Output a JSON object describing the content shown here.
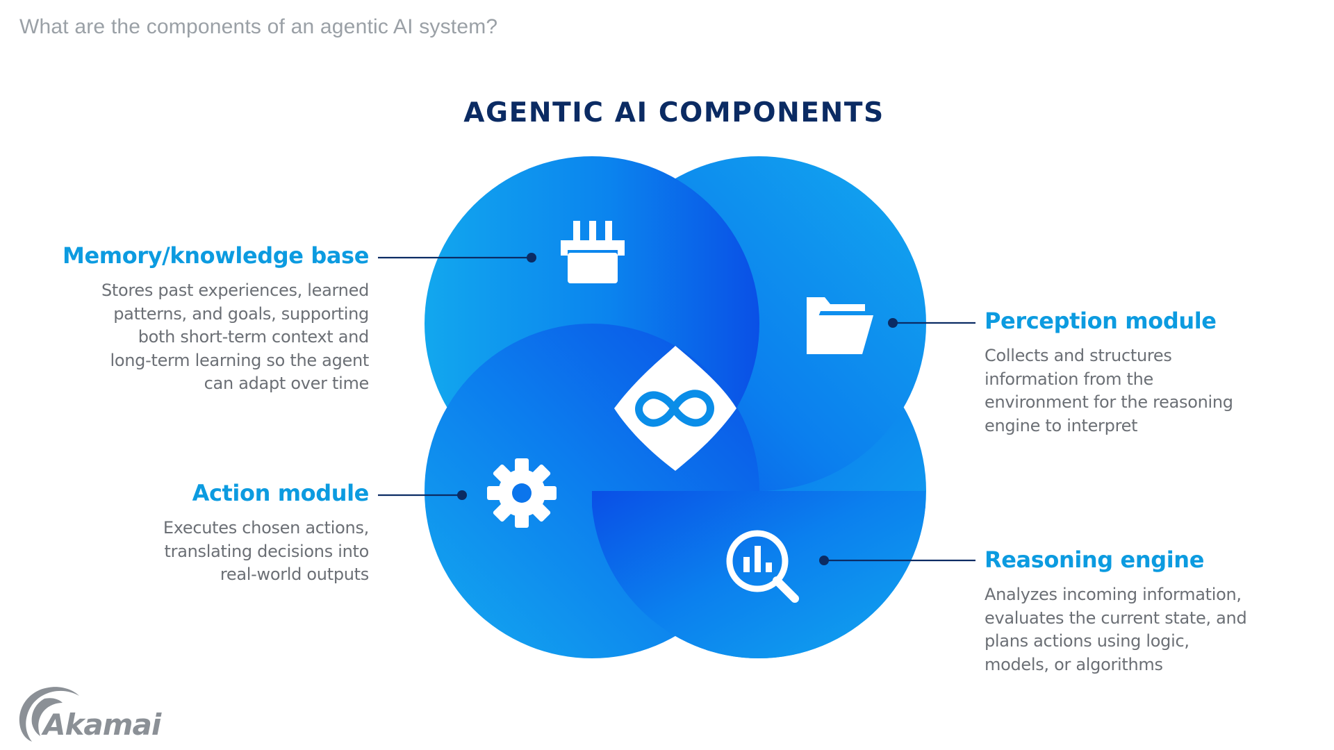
{
  "page": {
    "question": "What are the components of an agentic AI system?",
    "title": "AGENTIC AI COMPONENTS"
  },
  "components": {
    "memory": {
      "label": "Memory/knowledge base",
      "desc": [
        "Stores past experiences, learned",
        "patterns, and goals, supporting",
        "both short-term context and",
        "long-term learning so the agent",
        "can adapt over time"
      ],
      "icon": "bucket-icon"
    },
    "perception": {
      "label": "Perception module",
      "desc": [
        "Collects and structures",
        "information from the",
        "environment for the reasoning",
        "engine to interpret"
      ],
      "icon": "folder-icon"
    },
    "action": {
      "label": "Action module",
      "desc": [
        "Executes chosen actions,",
        "translating decisions into",
        "real-world outputs"
      ],
      "icon": "gear-icon"
    },
    "reasoning": {
      "label": "Reasoning engine",
      "desc": [
        "Analyzes incoming information,",
        "evaluates the current state, and",
        "plans actions using logic,",
        "models, or algorithms"
      ],
      "icon": "magnifier-chart-icon"
    },
    "center": {
      "icon": "infinity-icon"
    }
  },
  "logo": {
    "text": "Akamai"
  },
  "colors": {
    "title": "#0b2b63",
    "label": "#0c9be0",
    "desc": "#6b6f75",
    "circle_light": "#11a6ef",
    "circle_dark": "#0a55e8",
    "connector": "#0b2b63"
  }
}
